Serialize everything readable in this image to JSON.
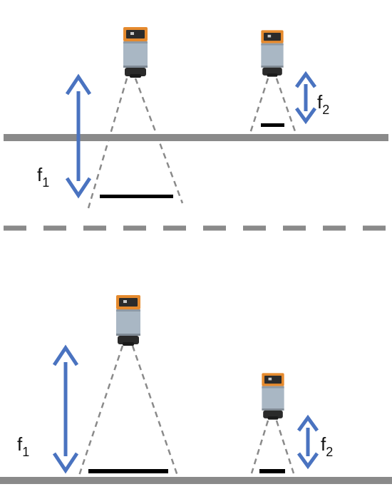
{
  "labels": {
    "top_left": {
      "main": "f",
      "sub": "1"
    },
    "top_right": {
      "main": "f",
      "sub": "2"
    },
    "bottom_left": {
      "main": "f",
      "sub": "1"
    },
    "bottom_right": {
      "main": "f",
      "sub": "2"
    }
  },
  "colors": {
    "arrow": "#4a73c0",
    "floor": "#8a8a8a",
    "fov": "#8a8a8a",
    "target": "#000000",
    "camera_top": "#e58a2e",
    "camera_body": "#a9b7c4",
    "camera_base": "#2a2a2a"
  },
  "icons": {
    "camera": "camera-icon",
    "arrow": "double-arrow-icon"
  }
}
